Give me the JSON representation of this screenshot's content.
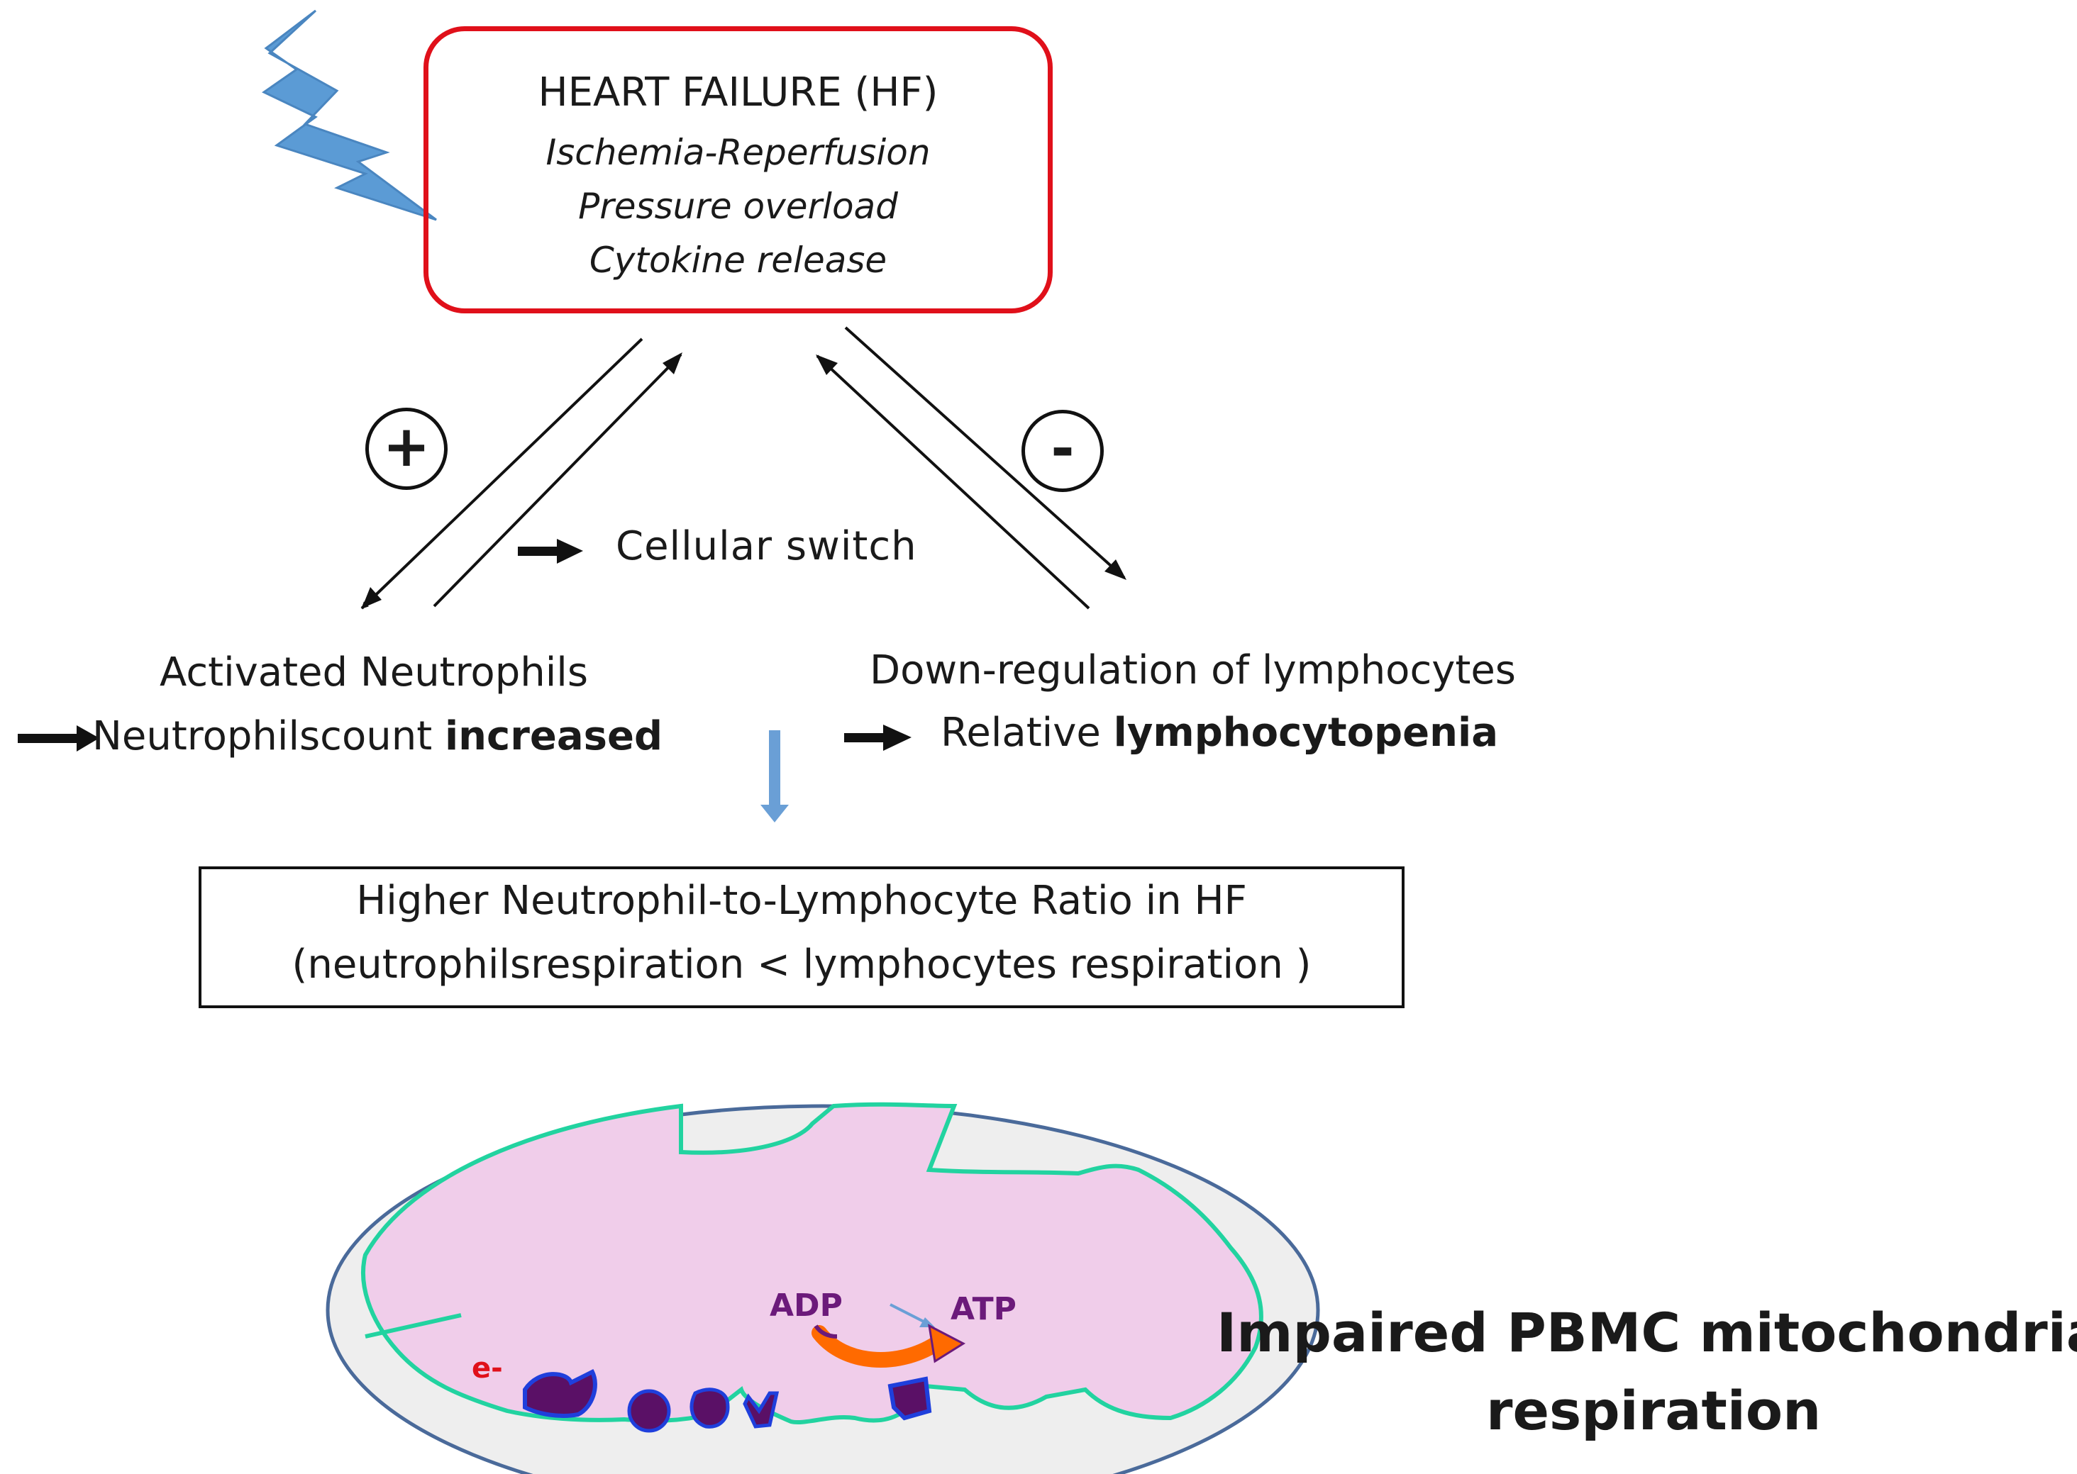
{
  "heart_failure": {
    "title": "HEART FAILURE (HF)",
    "causes": [
      "Ischemia-Reperfusion",
      "Pressure overload",
      "Cytokine release"
    ]
  },
  "feedback": {
    "positive_sign": "+",
    "negative_sign": "-"
  },
  "switch_label": "Cellular switch",
  "neutrophils": {
    "title": "Activated Neutrophils",
    "count_prefix": "Neutrophilscount ",
    "count_emphasis": "increased"
  },
  "lymphocytes": {
    "title": "Down-regulation of lymphocytes",
    "relative_prefix": "Relative ",
    "relative_emphasis": "lymphocytopenia"
  },
  "nlr_box": {
    "line1": "Higher Neutrophil-to-Lymphocyte Ratio in HF",
    "line2": "(neutrophilsrespiration < lymphocytes respiration )"
  },
  "mitochondrion": {
    "adp": "ADP",
    "atp": "ATP",
    "electron": "e-"
  },
  "outcome": {
    "line1": "Impaired PBMC mitochondrial",
    "line2": "respiration"
  },
  "colors": {
    "hf_border": "#e0101a",
    "lightning": "#5b9bd5",
    "outer_membrane_fill": "#eeeeee",
    "outer_membrane_stroke": "#4a6a9a",
    "matrix_fill": "#f0cdea",
    "cristae_stroke": "#22d3a0",
    "complex_fill": "#5a1066",
    "complex_stroke": "#1f3fdc",
    "atp_arrow": "#ff6a00",
    "label_purple": "#6b1a7a",
    "electron_red": "#e0101a"
  },
  "icons": [
    "lightning-bolt-icon",
    "right-arrow-icon",
    "down-arrow-icon"
  ]
}
